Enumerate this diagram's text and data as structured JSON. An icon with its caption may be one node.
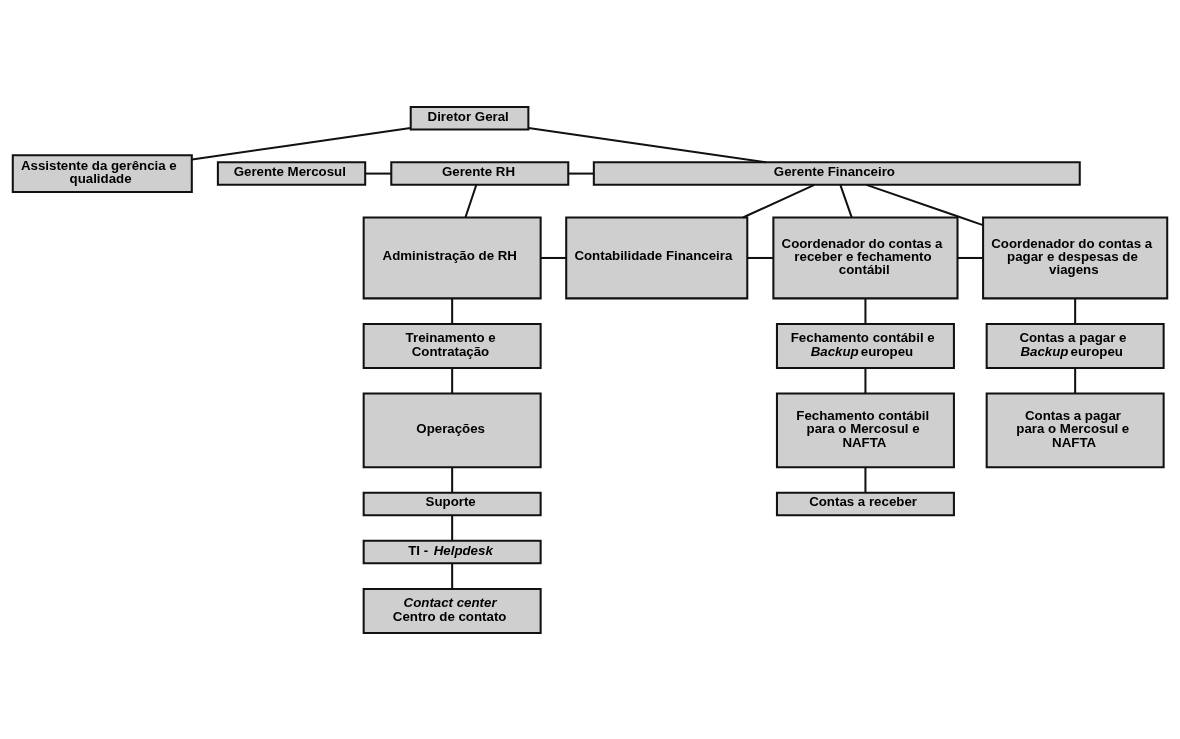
{
  "diagram": {
    "nodes": [
      {
        "text": [
          "Diretor Geral"
        ]
      },
      {
        "text": [
          "Assistente da gerência e qualidade"
        ]
      },
      {
        "text": [
          "Gerente Mercosul"
        ]
      },
      {
        "text": [
          "Gerente RH"
        ]
      },
      {
        "text": [
          "Gerente Financeiro"
        ]
      },
      {
        "text": [
          "Administração de RH"
        ]
      },
      {
        "text": [
          "Contabilidade Financeira"
        ]
      },
      {
        "text": [
          "Coordenador do contas a receber e fechamento contábil"
        ]
      },
      {
        "text": [
          "Coordenador do contas a pagar e despesas de viagens"
        ]
      },
      {
        "text": [
          "Treinamento e Contratação"
        ]
      },
      {
        "text": [
          "Operações"
        ]
      },
      {
        "text": [
          "Suporte"
        ]
      },
      {
        "text": [
          "TI - *Helpdesk*"
        ]
      },
      {
        "text": [
          "*Contact center*",
          "Centro de contato"
        ]
      },
      {
        "text": [
          "Fechamento contábil e *Backup* europeu"
        ]
      },
      {
        "text": [
          "Fechamento contábil para o Mercosul e NAFTA"
        ]
      },
      {
        "text": [
          "Contas a receber"
        ]
      },
      {
        "text": [
          "Contas a pagar e *Backup* europeu"
        ]
      },
      {
        "text": [
          "Contas a pagar para o Mercosul e NAFTA"
        ]
      }
    ],
    "edges": [
      {
        "from": 0,
        "to": 1,
        "arrow": "none"
      },
      {
        "from": 0,
        "to": 4,
        "arrow": "none"
      },
      {
        "from": 2,
        "to": 3,
        "arrow": "none"
      },
      {
        "from": 3,
        "to": 4,
        "arrow": "none"
      },
      {
        "from": 3,
        "to": 5,
        "arrow": "none"
      },
      {
        "from": 4,
        "to": 6,
        "arrow": "none"
      },
      {
        "from": 4,
        "to": 7,
        "arrow": "none"
      },
      {
        "from": 4,
        "to": 8,
        "arrow": "none"
      },
      {
        "from": 5,
        "to": 6,
        "arrow": "none"
      },
      {
        "from": 6,
        "to": 7,
        "arrow": "none"
      },
      {
        "from": 7,
        "to": 8,
        "arrow": "none"
      },
      {
        "from": 5,
        "to": 9,
        "arrow": "none"
      },
      {
        "from": 9,
        "to": 10,
        "arrow": "none"
      },
      {
        "from": 10,
        "to": 11,
        "arrow": "none"
      },
      {
        "from": 11,
        "to": 12,
        "arrow": "none"
      },
      {
        "from": 12,
        "to": 13,
        "arrow": "none"
      },
      {
        "from": 7,
        "to": 14,
        "arrow": "none"
      },
      {
        "from": 14,
        "to": 15,
        "arrow": "none"
      },
      {
        "from": 15,
        "to": 16,
        "arrow": "none"
      },
      {
        "from": 8,
        "to": 17,
        "arrow": "none"
      },
      {
        "from": 17,
        "to": 18,
        "arrow": "none"
      }
    ]
  }
}
